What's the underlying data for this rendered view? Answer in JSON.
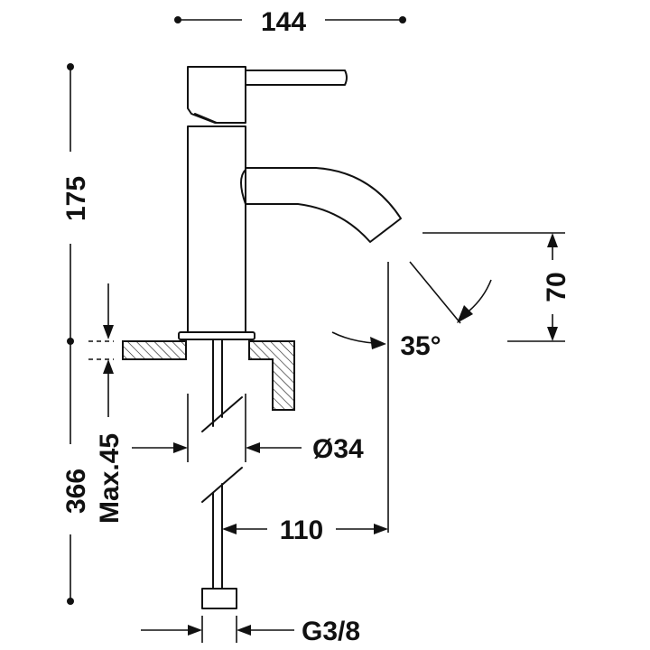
{
  "dimensions": {
    "width_top": "144",
    "height_upper": "175",
    "height_lower": "366",
    "spout_height": "70",
    "angle": "35°",
    "max_counter": "Max.45",
    "diameter": "Ø34",
    "reach": "110",
    "thread": "G3/8"
  },
  "colors": {
    "ink": "#111111",
    "background": "#ffffff"
  }
}
